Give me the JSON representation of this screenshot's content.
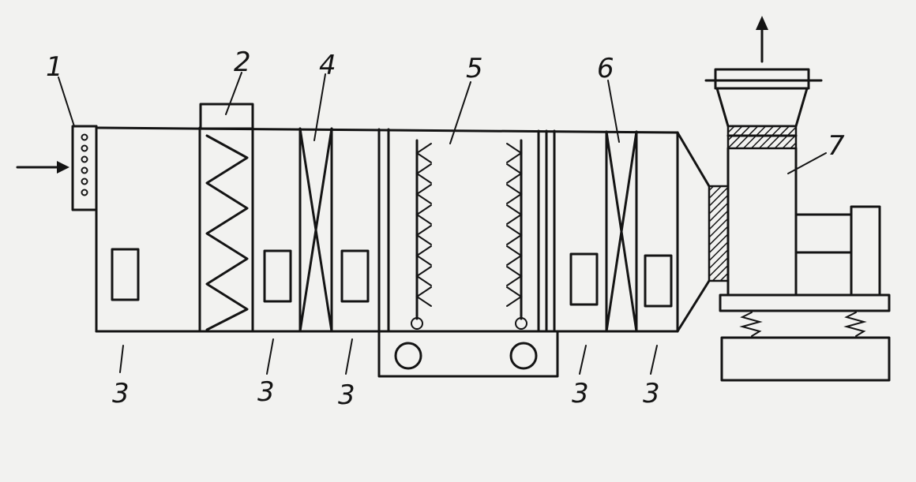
{
  "labels": {
    "l1": "1",
    "l2": "2",
    "l3a": "3",
    "l3b": "3",
    "l3c": "3",
    "l3d": "3",
    "l3e": "3",
    "l4": "4",
    "l5": "5",
    "l6": "6",
    "l7": "7"
  },
  "colors": {
    "ink": "#141414",
    "paper": "#f2f2f0"
  }
}
